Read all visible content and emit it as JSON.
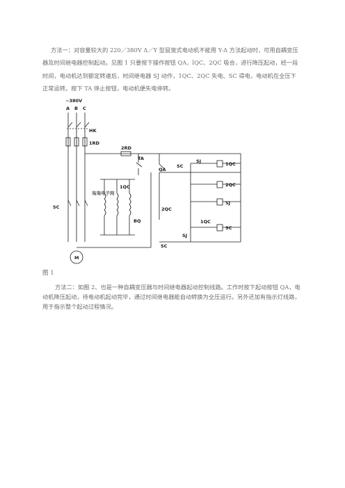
{
  "paragraph1": "方法一：对容量较大的 220／380V Δ／Y 型鼠笼式电动机不能用 Y-Δ 方法起动时，可用自耦变压器及时间继电器控制起动。见图 1 只要按下操作按钮 QA，lQC、2QC 吸合，进行降压起动，经一段时间，电动机达到额定转速后，时间继电器 SJ 动作，1QC、2QC 失电、SC 得电，电动机在全压下正常运转。按下 TA 停止按钮，电动机便失电停转。",
  "figure_label": "图 1",
  "paragraph2": "方法二：如图 2、也是一种自耦变压器与时间继电器起动控制线路。工作时按下起动按钮 QA，电动机降压起动，待电动机起动完毕，通过时间继电器能自动转换为全压运行。另外还加有指示灯线路，用于指示整个起动过程情况。",
  "diagram": {
    "supply": "~380V",
    "phases": [
      "A",
      "B",
      "C"
    ],
    "labels": {
      "hk": "HK",
      "rd1": "1RD",
      "rd2": "2RD",
      "ta": "TA",
      "qa": "QA",
      "sc": "SC",
      "sj": "SJ",
      "qc1": "1QC",
      "qc2": "2QC",
      "bq": "BQ",
      "motor": "M"
    },
    "watermark": "淘海电子网"
  }
}
